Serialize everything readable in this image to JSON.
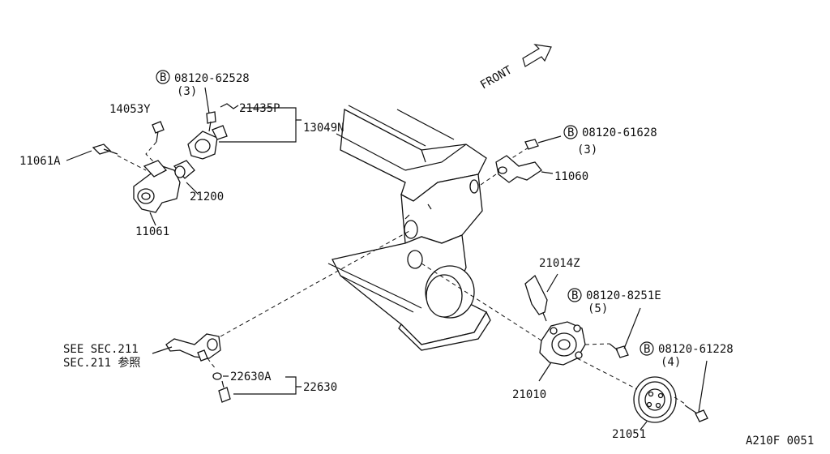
{
  "labels": {
    "front": "FRONT",
    "b1_code": "08120-62528",
    "b1_qty": "(3)",
    "p14053y": "14053Y",
    "p21435p": "21435P",
    "p13049n": "13049N",
    "p11061a": "11061A",
    "p21200": "21200",
    "p11061": "11061",
    "b2_code": "08120-61628",
    "b2_qty": "(3)",
    "p11060": "11060",
    "p21014z": "21014Z",
    "b3_code": "08120-8251E",
    "b3_qty": "(5)",
    "b4_code": "08120-61228",
    "b4_qty": "(4)",
    "see_sec": "SEE SEC.211",
    "sec_jp": "SEC.211 参照",
    "p22630a": "22630A",
    "p22630": "22630",
    "p21010": "21010",
    "p21051": "21051",
    "diagram_id": "A210F 0051",
    "bolt_symbol": "B"
  }
}
